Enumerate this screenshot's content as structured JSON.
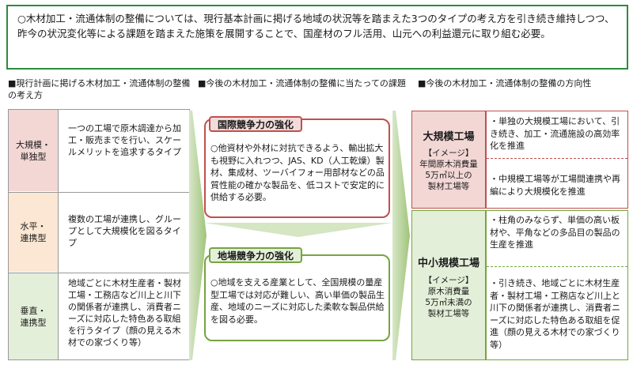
{
  "intro": {
    "text": "○木材加工・流通体制の整備については、現行基本計画に掲げる地域の状況等を踏まえた3つのタイプの考え方を引き続き維持しつつ、昨今の状況変化等による課題を踏まえた施策を展開することで、国産材のフル活用、山元への利益還元に取り組む必要。"
  },
  "headers": {
    "current": "■現行計画に掲げる木材加工・流通体制の整備の考え方",
    "challenges": "■今後の木材加工・流通体制の整備に当たっての課題",
    "direction": "■今後の木材加工・流通体制の整備の方向性"
  },
  "types": [
    {
      "label": "大規模・\n単独型",
      "desc": "一つの工場で原木調達から加工・販売までを行い、スケールメリットを追求するタイプ"
    },
    {
      "label": "水平・\n連携型",
      "desc": "複数の工場が連携し、グループとして大規模化を図るタイプ"
    },
    {
      "label": "垂直・\n連携型",
      "desc": "地域ごとに木材生産者・製材工場・工務店など川上と川下の関係者が連携し、消費者ニーズに対応した特色ある取組を行うタイプ（顔の見える木材での家づくり等）"
    }
  ],
  "challenges": {
    "international": {
      "title": "国際競争力の強化",
      "text": "○他資材や外材に対抗できるよう、輸出拡大も視野に入れつつ、JAS、KD（人工乾燥）製材、集成材、ツーバイフォー用部材などの品質性能の確かな製品を、低コストで安定的に供給する必要。"
    },
    "local": {
      "title": "地場競争力の強化",
      "text": "○地域を支える産業として、全国規模の量産型工場では対応が難しい、高い単価の製品生産、地域のニーズに対応した柔軟な製品供給を図る必要。"
    }
  },
  "direction": {
    "large": {
      "title": "大規模工場",
      "image": "【イメージ】\n年間原木消費量\n5万㎥以上の\n製材工場等",
      "bullets": [
        "・単独の大規模工場において、引き続き、加工・流通施設の高効率化を推進",
        "・中規模工場等が工場間連携や再編により大規模化を推進"
      ]
    },
    "small": {
      "title": "中小規模工場",
      "image": "【イメージ】\n原木消費量\n5万㎥未満の\n製材工場等",
      "bullets": [
        "・柱角のみならず、単価の高い板材や、平角などの多品目の製品の生産を推進",
        "・引き続き、地域ごとに木材生産者・製材工場・工務店など川上と川下の関係者が連携し、消費者ニーズに対応した特色ある取組を促進（顔の見える木材での家づくり等）"
      ]
    }
  },
  "colors": {
    "intro_border": "#2f8a3f",
    "red": "#c0504d",
    "green": "#76a441",
    "pink": "#f2d7d5",
    "peach": "#fbe7d3",
    "light_green": "#e4efd9"
  }
}
